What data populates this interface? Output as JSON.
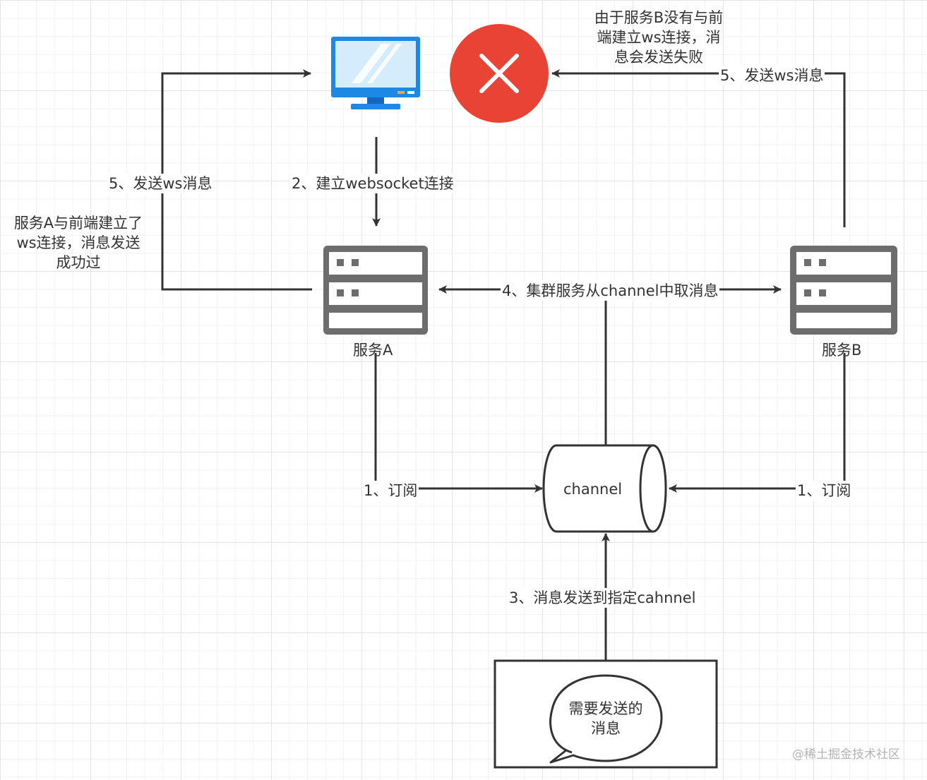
{
  "colors": {
    "stroke": "#333333",
    "server_gray": "#6d6d6d",
    "monitor_blue": "#1e88e5",
    "screen_light": "#d4ecfb",
    "error_red": "#e94335"
  },
  "icons": {
    "monitor": "monitor-icon",
    "error": "close-icon",
    "server": "server-icon"
  },
  "nodes": {
    "server_a": "服务A",
    "server_b": "服务B",
    "channel": "channel",
    "message_line1": "需要发送的",
    "message_line2": "消息"
  },
  "edges": {
    "subscribe_a": "1、订阅",
    "subscribe_b": "1、订阅",
    "ws_connect": "2、建立websocket连接",
    "send_to_channel": "3、消息发送到指定cahnnel",
    "cluster_fetch": "4、集群服务从channel中取消息",
    "send_ws_a": "5、发送ws消息",
    "send_ws_b": "5、发送ws消息"
  },
  "notes": {
    "server_a_note": [
      "服务A与前端建立了",
      "ws连接，消息发送",
      "成功过"
    ],
    "server_b_note": [
      "由于服务B没有与前",
      "端建立ws连接，消",
      "息会发送失败"
    ]
  },
  "watermark": "@稀土掘金技术社区"
}
